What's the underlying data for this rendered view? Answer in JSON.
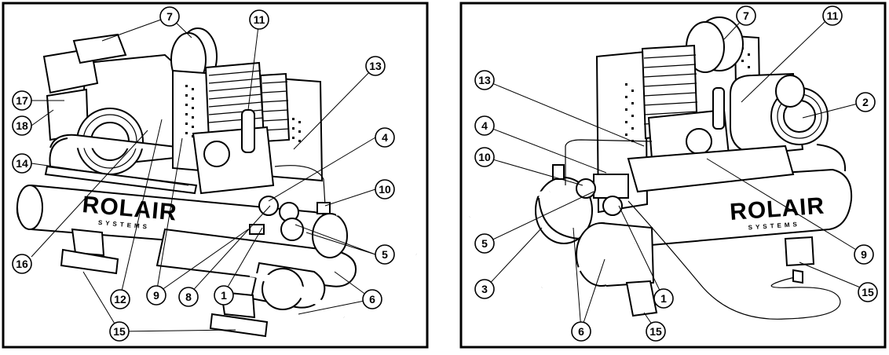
{
  "brand": {
    "logo_text": "ROLAIR",
    "logo_subtext": "SYSTEMS"
  },
  "panels": [
    {
      "id": "left",
      "callouts": [
        "7",
        "11",
        "13",
        "17",
        "18",
        "14",
        "16",
        "4",
        "10",
        "5",
        "12",
        "9",
        "8",
        "1",
        "6",
        "15"
      ]
    },
    {
      "id": "right",
      "callouts": [
        "7",
        "11",
        "13",
        "2",
        "4",
        "10",
        "5",
        "3",
        "6",
        "1",
        "9",
        "15",
        "15"
      ]
    }
  ]
}
